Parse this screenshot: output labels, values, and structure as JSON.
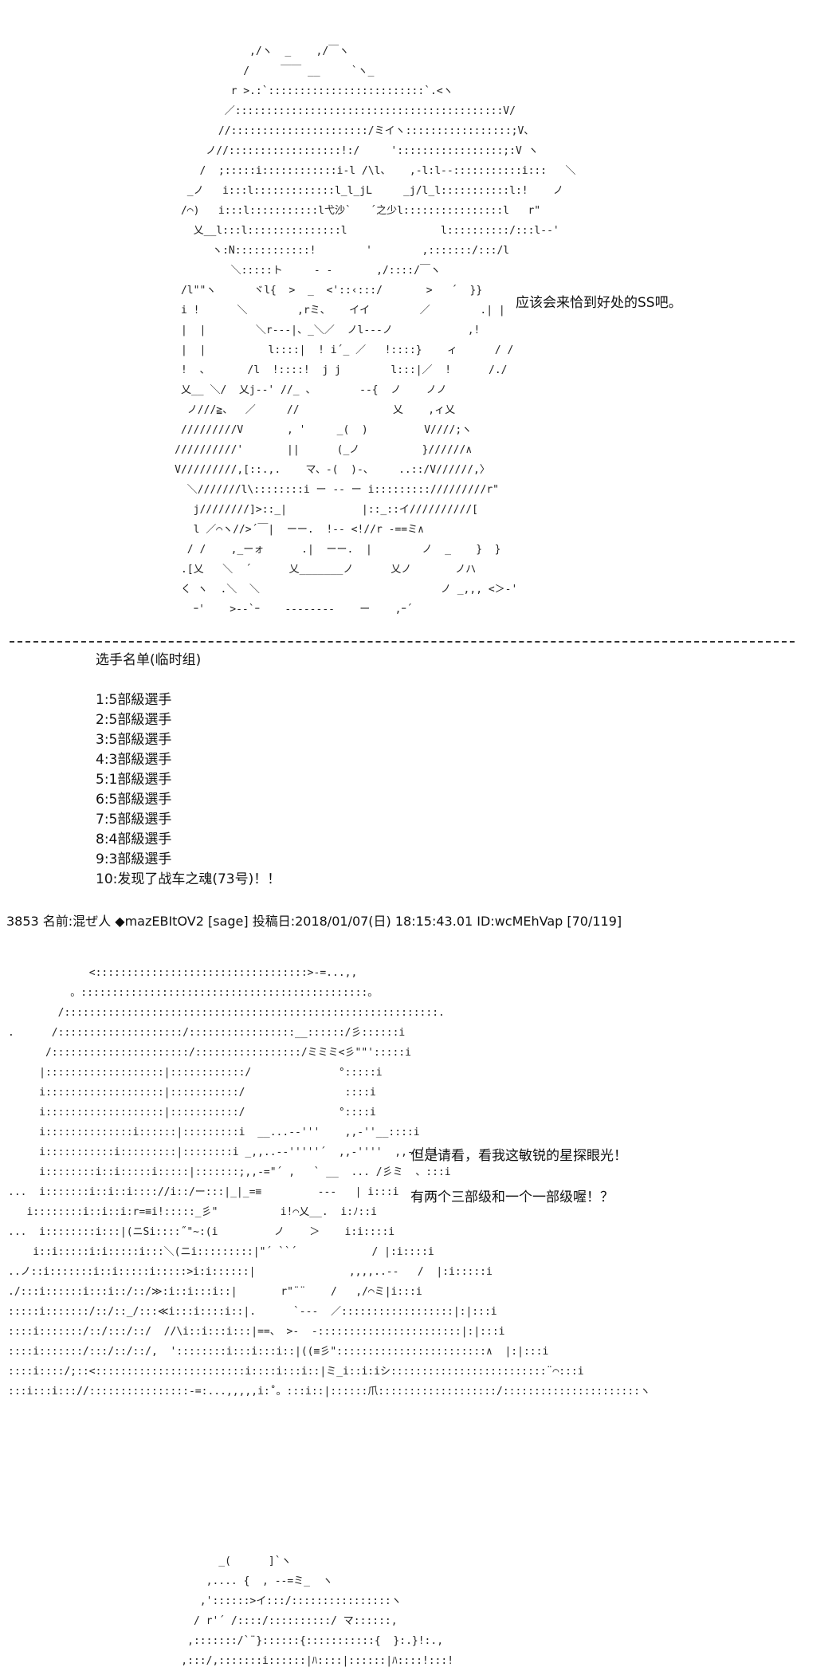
{
  "top_art": {
    "lines": [
      "                 ,/ヽ  _    ,/￣ヽ",
      "                /     ￣￣ __     `ヽ_",
      "              r >.:`:::::::::::::::::::::::::`.<ヽ",
      "             ／:::::::::::::::::::::::::::::::::::::::::::V/",
      "            //::::::::::::::::::::::/ミイヽ:::::::::::::::::;V、",
      "          ノ//::::::::::::::::::!:/     ':::::::::::::::::;:V ヽ",
      "         /  ;:::::i::::::::::::i-l /\\l、   ,-l:l--:::::::::::i:::   ＼",
      "       _ノ   i:::l:::::::::::::l_l_jL     _j/l_l:::::::::::l:!    ノ",
      "      /⌒)   i:::l:::::::::::l弋沙`   ´之少l::::::::::::::::l   r\"",
      "        乂__l:::l:::::::::::::::l               l::::::::::/:::l--'",
      "           ヽ:N::::::::::::!        '        ,:::::::/:::/l",
      "              ＼:::::ト     - -       ,/::::/￣ヽ",
      "      /l\"\"ヽ      ヾl{  >  _  <'::‹:::/       >   ´  }}",
      "      i !      ＼        ,rミ、   イイ        ／        .| |",
      "      |  |        ＼r---|、_＼／  ノl---ノ            ,!",
      "      |  |          l::::|  ! i´_ ／   !::::}    ィ      / /",
      "      !  、      /l  !::::!  j j        l:::|／  !      /./",
      "      乂__ ＼/  乂j--' //_ 、       --{  ノ    ノノ",
      "       ノ///≧、  ／     //               乂    ,ィ乂",
      "      /////////V       , '     _(  )         V////;ヽ",
      "     //////////'       ||      (_ノ          }//////∧",
      "     V/////////,[::.,.    マ、-(  )-、    ..::/V//////,〉",
      "       ＼///////l\\::::::::i ー -- ー i::::::::://///////r\"",
      "        j////////]>::_|            |::_::イ//////////[",
      "        l ／⌒ヽ//>´￣|  ーー.  !-- <!//r -==ミ∧",
      "       / /    ,_ーォ      .|  ーー.  |        ノ  _    }  }",
      "      .[乂   ＼  ´      乂_______ノ      乂ノ       ノハ",
      "      く ヽ  .＼  ＼                             ノ _,,, <＞-'",
      "        ｰ'    >--`ｰ    --------    ー    ,ｰ´"
    ],
    "caption": "应该会来恰到好处的SS吧。"
  },
  "roster": {
    "title": "选手名单(临时组)",
    "entries": [
      "1:5部級選手",
      "2:5部級選手",
      "3:5部級選手",
      "4:3部級選手",
      "5:1部級選手",
      "6:5部級選手",
      "7:5部級選手",
      "8:4部級選手",
      "9:3部級選手",
      "10:发现了战车之魂(73号)！！"
    ]
  },
  "post_header": "3853 名前:混ぜ人 ◆mazEBItOV2 [sage] 投稿日:2018/01/07(日) 18:15:43.01 ID:wcMEhVap [70/119]",
  "middle_art": {
    "lines": [
      "             <::::::::::::::::::::::::::::::::::>-=...,,",
      "          。::::::::::::::::::::::::::::::::::::::::::::::。",
      "        /::::::::::::::::::::::::::::::::::::::::::::::::::::::::::::.",
      ".      /::::::::::::::::::::/:::::::::::::::::__::::::/彡::::::i",
      "      /::::::::::::::::::::::/:::::::::::::::::/ミミミ<彡\"\"':::::i",
      "     |:::::::::::::::::::|::::::::::::/              °:::::i",
      "     i:::::::::::::::::::|:::::::::::/                ::::i",
      "     i:::::::::::::::::::|:::::::::::/               °::::i",
      "     i::::::::::::::i::::::|:::::::::i  __...-‐'''    ,,-''__::::i",
      "     i:::::::::::i:::::::::|::::::::i _,,..-‐'''''´  ,,-''''  ,,-‐''i",
      "     i::::::::i::i:::::i:::::|:::::::;,,-=\"´ ,   ` __  ... /彡ミ  、:::i",
      "...  i:::::::i::i::i:::://i::/ー:::|_|_=≡         ‐‐‐   | i:::i",
      "   i::::::::i::i::i:r=≡i!:::::_彡\"          i!⌒乂__.  i:ﾉ::i",
      "...  i::::::::i:::|(ニSi::::˝\"~:(i         ノ    ＞    i:i::::i",
      "    i::i:::::i:i:::::i:::＼(ニi:::::::::|\"´ ``´            / |:i::::i",
      "..ノ::i:::::::i::i:::::i:::::>i:i::::::|               ,,,,..‐-   /  |:i:::::i",
      "./:::i::::::i:::i::/::/≫:i::i:::i::|       r\"¨¨    /   ,/⌒ミ|i:::i",
      ":::::i:::::::/::/::_/:::≪i:::i::::i::|.      `---  ／::::::::::::::::::|:|:::i",
      "::::i:::::::/::/:::/::/  //\\i::i:::i:::|==、 >-  -:::::::::::::::::::::::|:|:::i",
      "::::i:::::::/:::/::/::/,  '::::::::i:::i:::i::|((≡彡\"::::::::::::::::::::::::∧  |:|:::i",
      "::::i::::/;::<::::::::::::::::::::::::i::::i:::i::|ミ_i::i:iシ:::::::::::::::::::::::::¨⌒:::i",
      ":::i:::i::://::::::::::::::::-=:...,,,,,i:˚。:::i::|::::::爪:::::::::::::::::::/::::::::::::::::::::::ヽ"
    ],
    "line1": "但是请看，看我这敏锐的星探眼光！",
    "line2": "有两个三部级和一个一部级喔！？"
  },
  "bottom_art": {
    "lines": [
      "          _(      ]`ヽ",
      "        ,.... {  , --=ミ_  ヽ",
      "       ,'::::::>イ:::/::::::::::::::::ヽ",
      "      / r'´ /::::/::::::::::/ マ::::::,",
      "     ,:::::::/`¨}::::::{:::::::::::{  }:.}!:.,",
      "    ,:::/,:::::::i::::::|ﾊ::::|::::::|ﾊ::::!:::!"
    ]
  },
  "colors": {
    "text": "#111111",
    "art": "#222222",
    "divider": "#333333",
    "background": "#ffffff"
  }
}
